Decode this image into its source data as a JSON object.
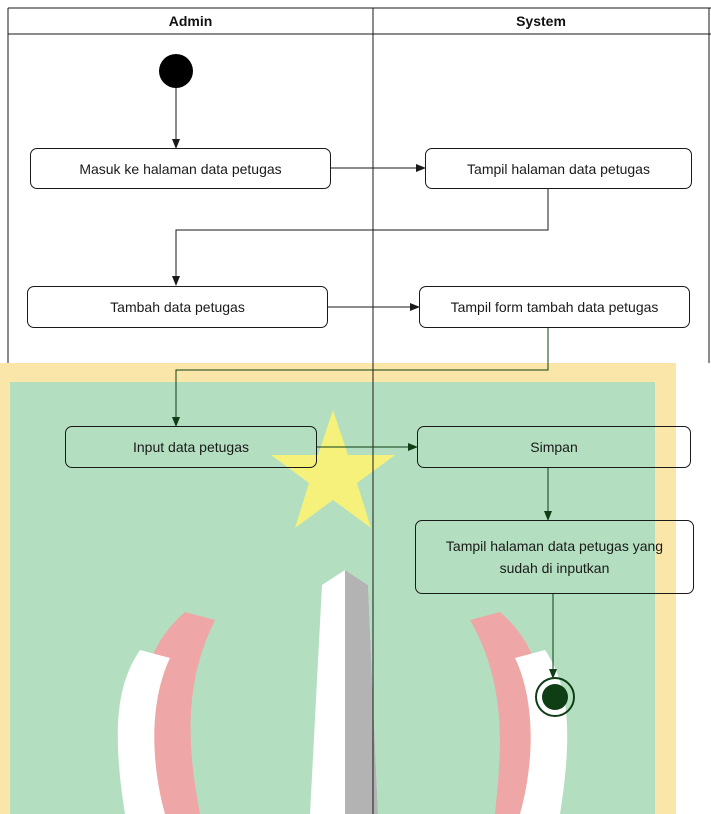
{
  "lanes": {
    "admin": "Admin",
    "system": "System"
  },
  "nodes": {
    "masuk": "Masuk ke halaman data petugas",
    "tampil_halaman": "Tampil halaman data petugas",
    "tambah": "Tambah data petugas",
    "tampil_form": "Tampil form tambah data petugas",
    "input": "Input data petugas",
    "simpan": "Simpan",
    "tampil_inputkan": "Tampil halaman data petugas yang sudah di inputkan"
  },
  "colors": {
    "lane_border": "#1a1a1a",
    "watermark_green": "#b3dfc0",
    "watermark_border": "#f9e6a8",
    "watermark_star": "#f5f17a",
    "watermark_red": "#eea6a6",
    "watermark_grey": "#b3b3b3",
    "arrow_black": "#1a1a1a",
    "arrow_green": "#0f3d14"
  }
}
